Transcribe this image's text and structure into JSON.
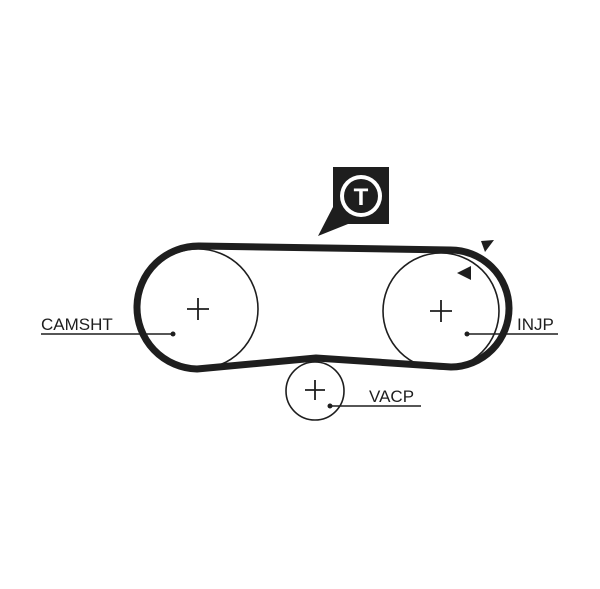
{
  "diagram": {
    "tensioner_label": "T",
    "pulleys": [
      {
        "id": "camshaft",
        "label": "CAMSHT"
      },
      {
        "id": "injection-pump",
        "label": "INJP"
      },
      {
        "id": "vacuum-pump",
        "label": "VACP"
      }
    ],
    "colors": {
      "line": "#1e1e1e",
      "background": "#ffffff",
      "badge_text": "#ffffff"
    },
    "icons": [
      "tensioner-badge-icon",
      "rotation-arrow-icon"
    ]
  }
}
